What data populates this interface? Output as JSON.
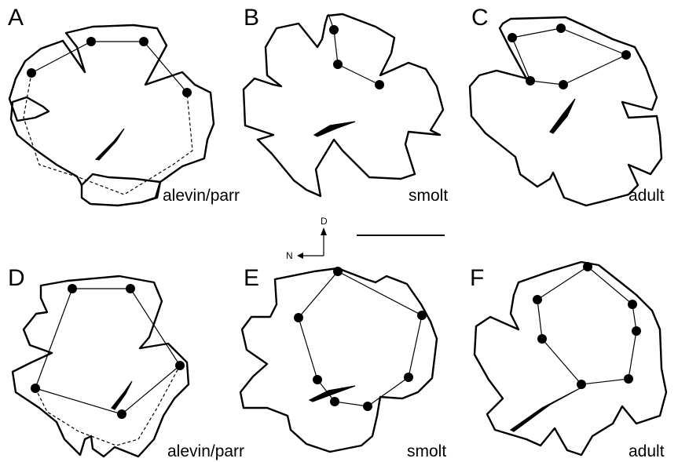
{
  "panels": [
    {
      "letter": "A",
      "stage": "alevin/parr"
    },
    {
      "letter": "B",
      "stage": "smolt"
    },
    {
      "letter": "C",
      "stage": "adult"
    },
    {
      "letter": "D",
      "stage": "alevin/parr"
    },
    {
      "letter": "E",
      "stage": "smolt"
    },
    {
      "letter": "F",
      "stage": "adult"
    }
  ],
  "orientation": {
    "dorsal": "D",
    "nasal": "N"
  }
}
